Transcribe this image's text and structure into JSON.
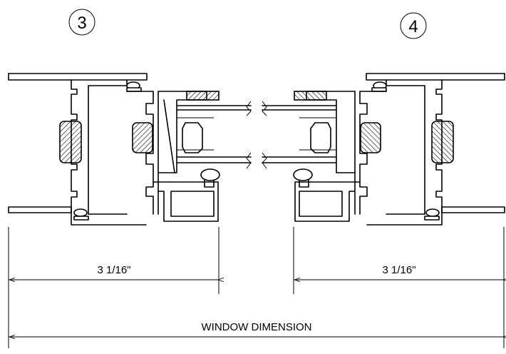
{
  "callouts": {
    "left": "3",
    "right": "4"
  },
  "dimensions": {
    "left_width": "3 1/16\"",
    "right_width": "3 1/16\"",
    "overall": "WINDOW DIMENSION"
  }
}
